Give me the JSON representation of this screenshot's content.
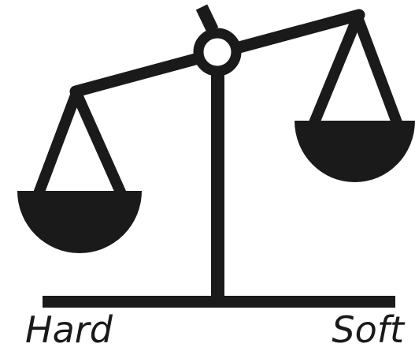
{
  "captions": {
    "left": "Hard",
    "right": "Soft"
  },
  "icon": {
    "name": "balance-scale-icon",
    "tilt": "left-side-lower"
  },
  "colors": {
    "ink": "#1a1a1a",
    "background": "#ffffff"
  }
}
